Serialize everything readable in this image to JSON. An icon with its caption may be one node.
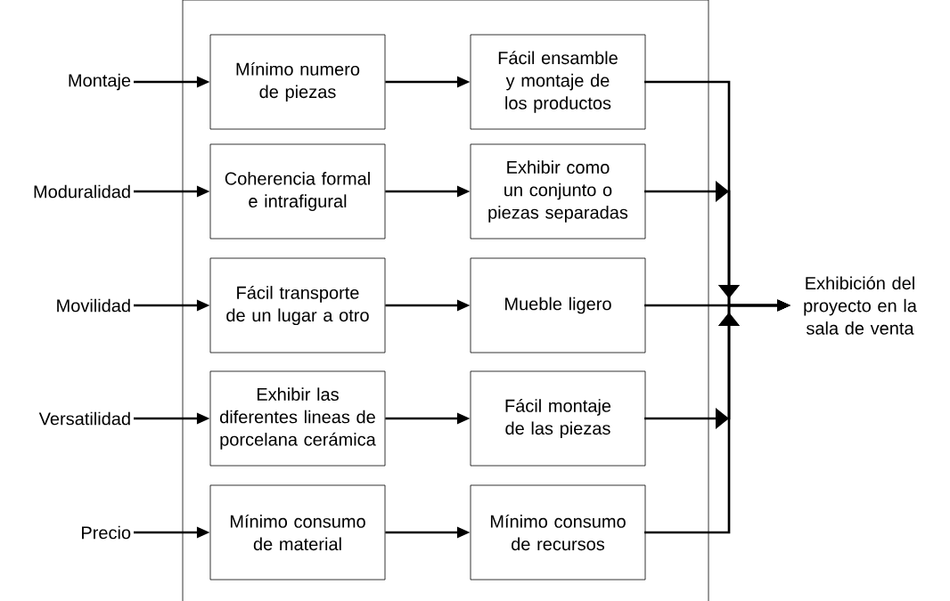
{
  "diagram": {
    "nodes": [
      {
        "text": [],
        "shape": "box"
      },
      {
        "text": [
          "Montaje"
        ]
      },
      {
        "text": [
          "Moduralidad"
        ]
      },
      {
        "text": [
          "Movilidad"
        ]
      },
      {
        "text": [
          "Versatilidad"
        ]
      },
      {
        "text": [
          "Precio"
        ]
      },
      {
        "text": [
          "Mínimo numero de piezas"
        ],
        "in": 0
      },
      {
        "text": [
          "Fácil ensamble y montaje de los productos"
        ],
        "in": 0
      },
      {
        "text": [
          "Coherencia formal e intrafigural"
        ],
        "in": 0
      },
      {
        "text": [
          "Exhibir como un conjunto o piezas separadas"
        ],
        "in": 0
      },
      {
        "text": [
          "Fácil transporte de un lugar a otro"
        ],
        "in": 0
      },
      {
        "text": [
          "Mueble ligero"
        ],
        "in": 0
      },
      {
        "text": [
          "Exhibir las diferentes lineas de porcelana cerámica"
        ],
        "in": 0
      },
      {
        "text": [
          "Fácil montaje de las piezas"
        ],
        "in": 0
      },
      {
        "text": [
          "Mínimo consumo de material"
        ],
        "in": 0
      },
      {
        "text": [
          "Mínimo consumo de recursos"
        ],
        "in": 0
      },
      {
        "text": [
          "Exhibición del proyecto en la sala de venta"
        ]
      }
    ],
    "edges": [
      {
        "from": 1,
        "to": 6,
        "arrow": "to"
      },
      {
        "from": 6,
        "to": 7,
        "arrow": "to"
      },
      {
        "from": 2,
        "to": 8,
        "arrow": "to"
      },
      {
        "from": 8,
        "to": 9,
        "arrow": "to"
      },
      {
        "from": 3,
        "to": 10,
        "arrow": "to"
      },
      {
        "from": 10,
        "to": 11,
        "arrow": "to"
      },
      {
        "from": 4,
        "to": 12,
        "arrow": "to"
      },
      {
        "from": 12,
        "to": 13,
        "arrow": "to"
      },
      {
        "from": 5,
        "to": 14,
        "arrow": "to"
      },
      {
        "from": 14,
        "to": 15,
        "arrow": "to"
      },
      {
        "from": 7,
        "to": 16,
        "arrow": "to"
      },
      {
        "from": 9,
        "to": 16,
        "arrow": "to"
      },
      {
        "from": 11,
        "to": 16,
        "arrow": "to"
      },
      {
        "from": 13,
        "to": 16,
        "arrow": "to"
      },
      {
        "from": 15,
        "to": 16,
        "arrow": "to"
      }
    ]
  }
}
